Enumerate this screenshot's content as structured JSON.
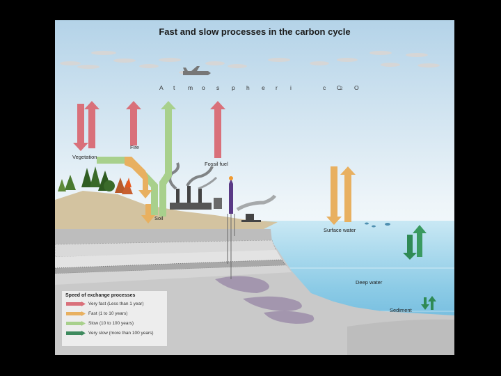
{
  "title": "Fast and slow processes in the carbon cycle",
  "atmosphere_letters": [
    "A",
    "t",
    "m",
    "o",
    "s",
    "p",
    "h",
    "e",
    "r",
    "i",
    "c",
    "C",
    "O",
    "2"
  ],
  "labels": {
    "vegetation": "Vegetation",
    "fire": "Fire",
    "fossil_fuel": "Fossil fuel",
    "soil": "Soil",
    "surface_water": "Surface water",
    "deep_water": "Deep water",
    "sediment": "Sediment"
  },
  "legend": {
    "title": "Speed of exchange processes",
    "items": [
      {
        "label": "Very fast (Less than 1 year)",
        "color": "#d9707a"
      },
      {
        "label": "Fast (1 to 10 years)",
        "color": "#e8b060"
      },
      {
        "label": "Slow (10 to 100 years)",
        "color": "#a8d08c"
      },
      {
        "label": "Very slow (more than 100 years)",
        "color": "#3e8a5e"
      }
    ]
  },
  "colors": {
    "very_fast": "#d9707a",
    "fast": "#e8b060",
    "slow": "#a8d08c",
    "very_slow": "#2f8a55",
    "sky_top": "#b4d3e8",
    "ocean": "#9fd3ea"
  }
}
